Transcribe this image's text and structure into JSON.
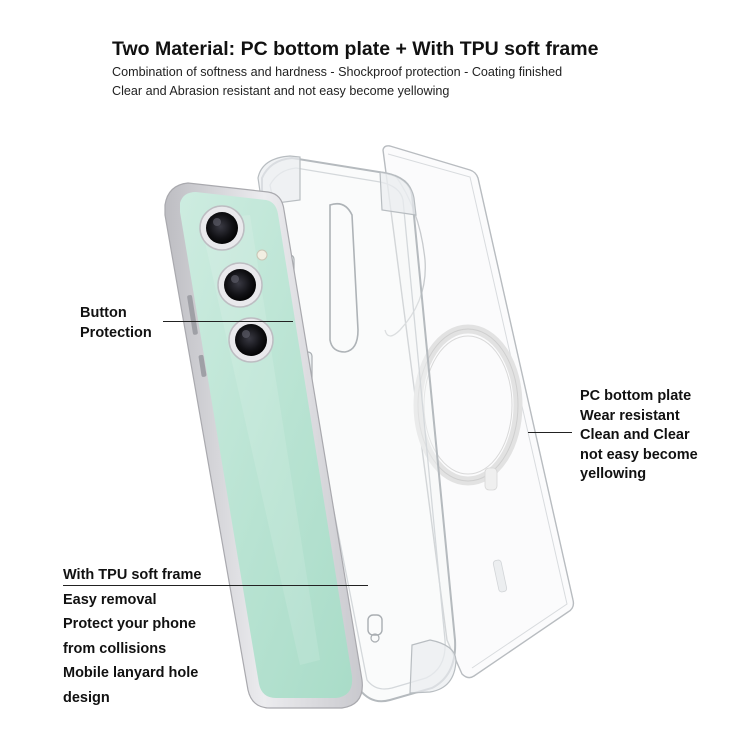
{
  "header": {
    "title": "Two Material:  PC bottom plate + With TPU soft frame",
    "subtitle_line1": "Combination of softness and hardness - Shockproof protection - Coating finished",
    "subtitle_line2": "Clear and Abrasion resistant and not easy become yellowing"
  },
  "callouts": {
    "button_protection": {
      "line1": "Button",
      "line2": "Protection"
    },
    "pc_plate": {
      "line1": "PC bottom plate",
      "line2": "Wear resistant",
      "line3": "Clean and Clear",
      "line4": "not easy become",
      "line5": "yellowing"
    },
    "tpu_frame": {
      "line1": "With TPU soft frame",
      "line2": "Easy removal",
      "line3": "Protect your phone",
      "line4": "from collisions",
      "line5": "Mobile lanyard hole",
      "line6": "design"
    }
  },
  "colors": {
    "phone_body": "#b9e4d3",
    "phone_frame": "#d9d9dc",
    "camera_ring": "#ececec",
    "lens": "#1b1b1f",
    "case_edge": "#bfc3c7",
    "magsafe_ring": "#e6e6e6"
  },
  "icons": [
    "phone-illustration",
    "case-frame-illustration",
    "pc-plate-illustration",
    "magsafe-ring-icon"
  ]
}
